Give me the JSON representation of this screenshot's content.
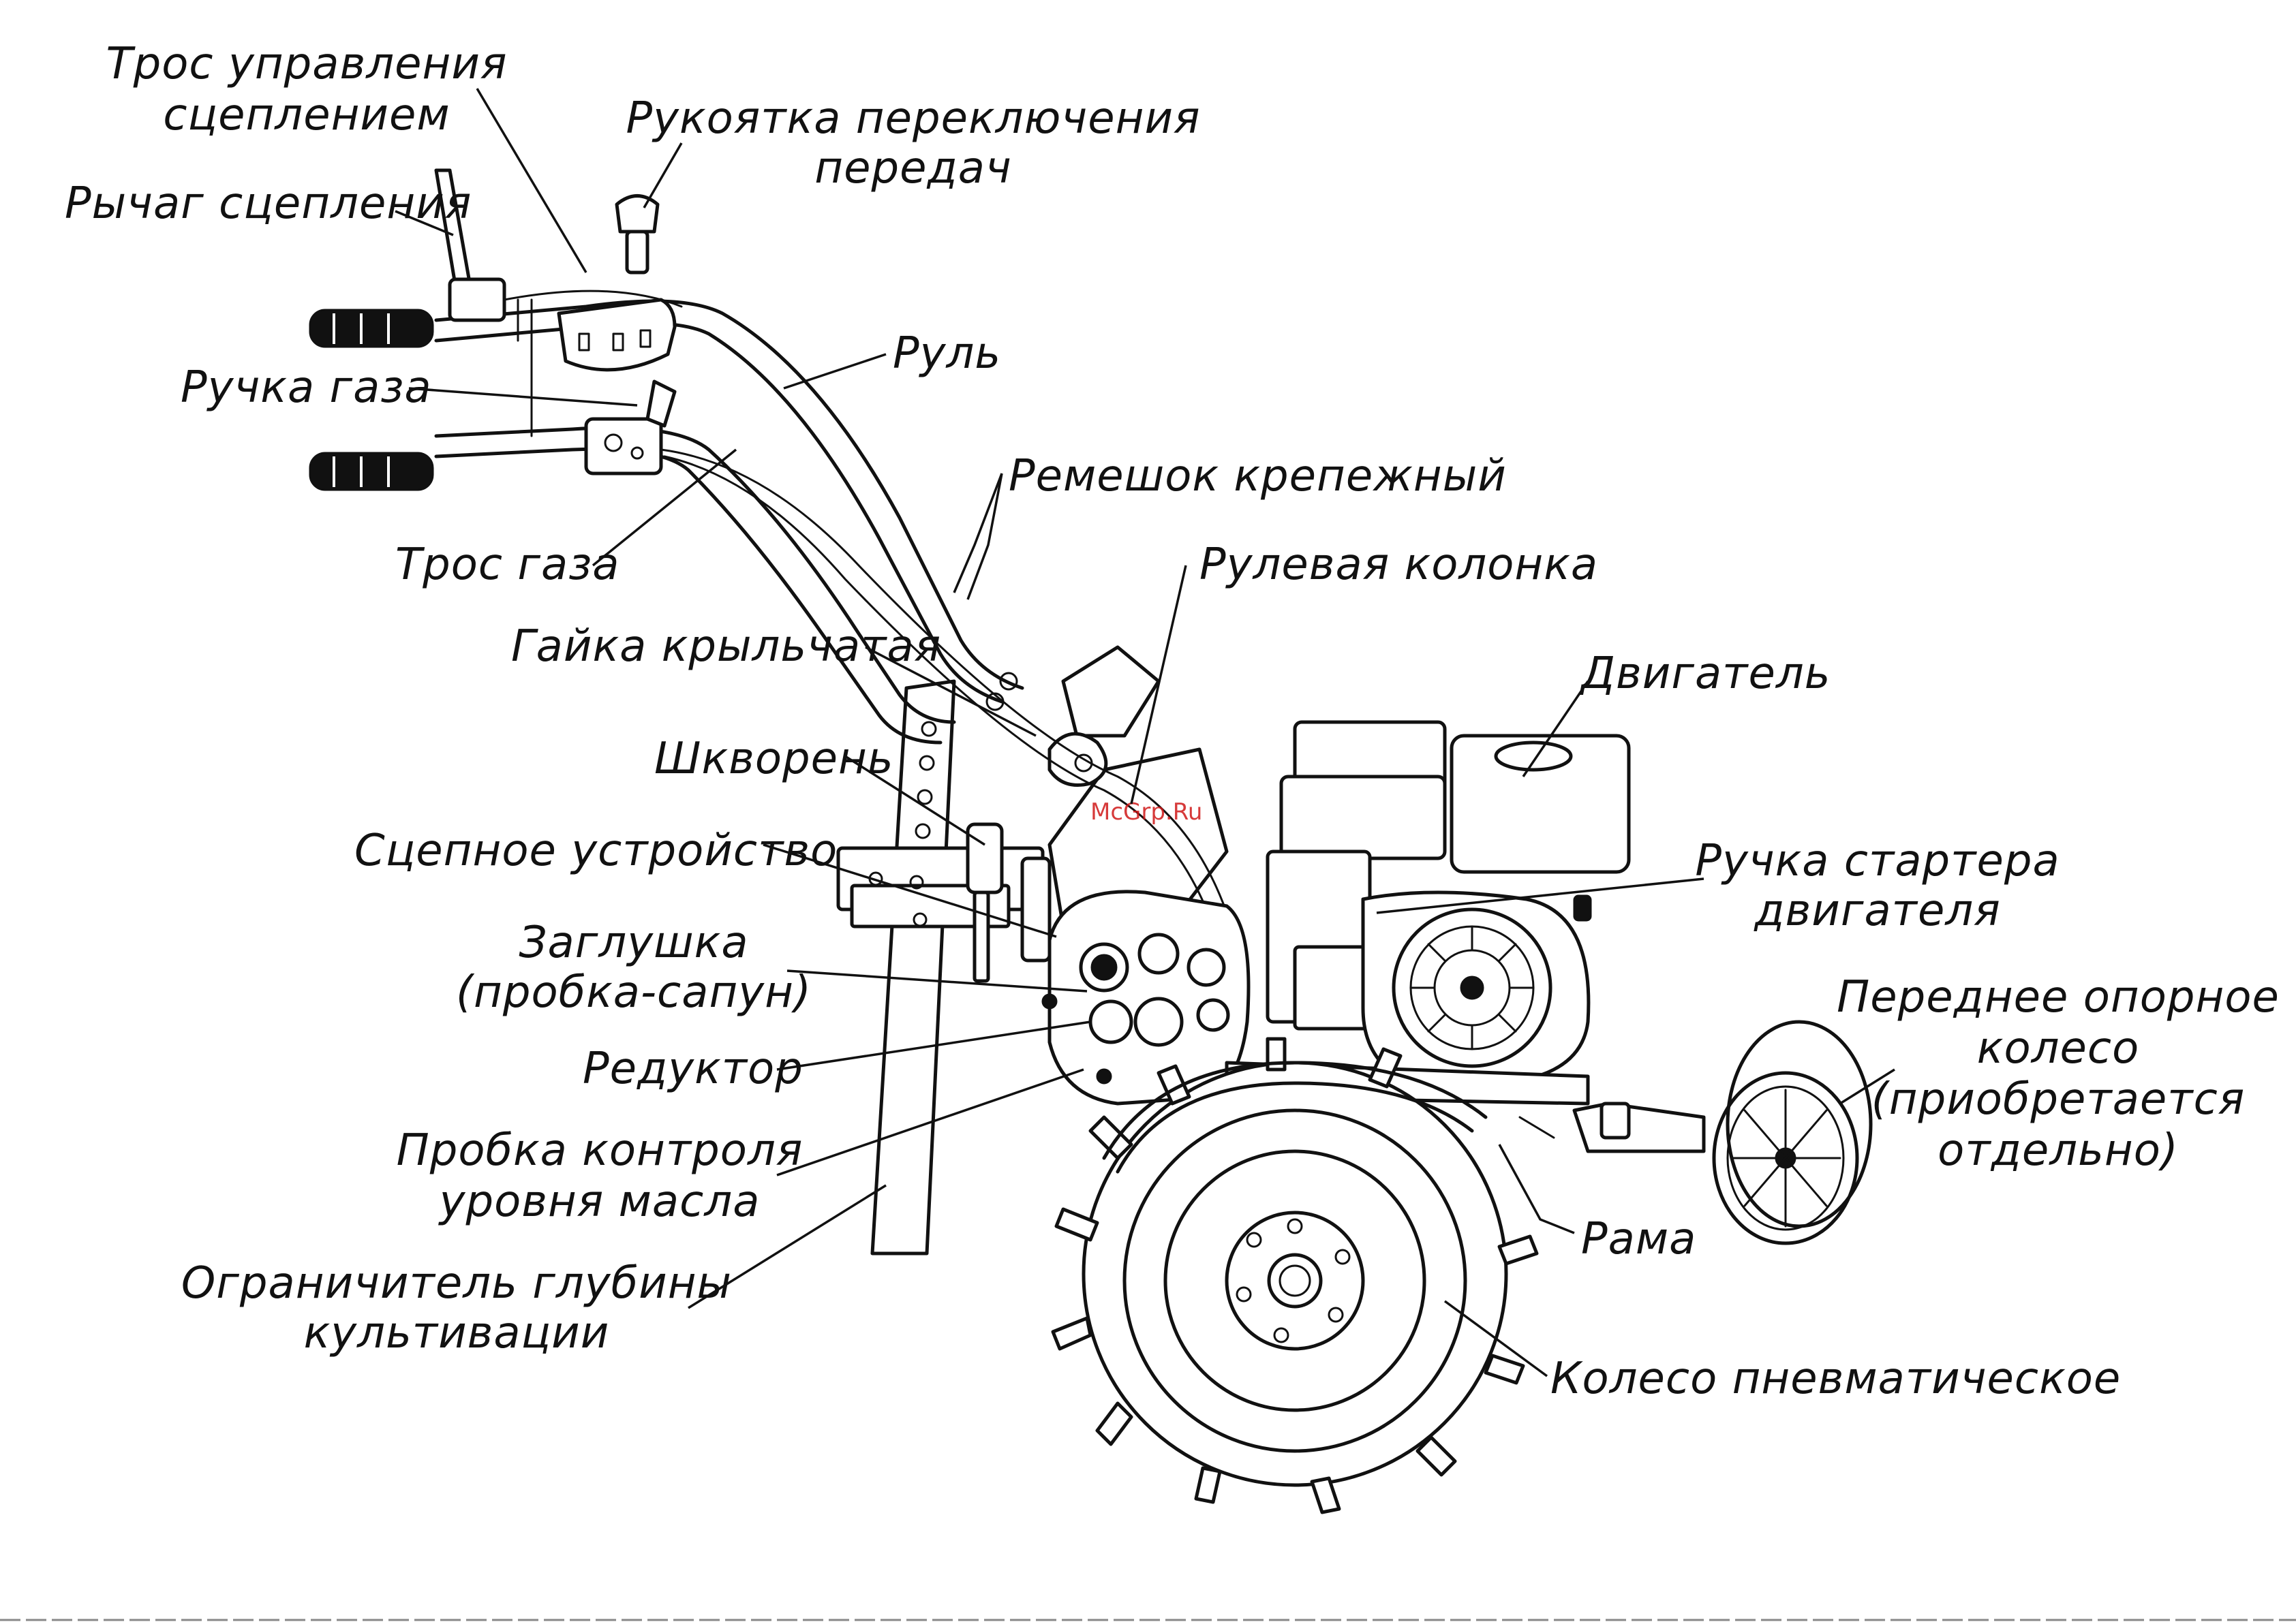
{
  "labels": {
    "clutch_cable_1": "Трос управления",
    "clutch_cable_2": "сцеплением",
    "gear_knob_1": "Рукоятка переключения",
    "gear_knob_2": "передач",
    "clutch_lever": "Рычаг сцепления",
    "handlebar": "Руль",
    "throttle_handle": "Ручка газа",
    "strap": "Ремешок крепежный",
    "throttle_cable": "Трос газа",
    "steering_column": "Рулевая колонка",
    "wing_nut": "Гайка крыльчатая",
    "engine": "Двигатель",
    "king_pin": "Шкворень",
    "hitch": "Сцепное устройство",
    "starter_handle_1": "Ручка стартера",
    "starter_handle_2": "двигателя",
    "breather_plug_1": "Заглушка",
    "breather_plug_2": "(пробка-сапун)",
    "front_wheel_1": "Переднее опорное",
    "front_wheel_2": "колесо",
    "front_wheel_3": "(приобретается",
    "front_wheel_4": "отдельно)",
    "reducer": "Редуктор",
    "oil_plug_1": "Пробка контроля",
    "oil_plug_2": "уровня масла",
    "frame": "Рама",
    "depth_limiter_1": "Ограничитель глубины",
    "depth_limiter_2": "культивации",
    "pneumatic_wheel": "Колесо пневматическое"
  },
  "watermark": "McGrp.Ru",
  "colors": {
    "ink": "#111111",
    "background": "#ffffff",
    "watermark": "#d01818"
  }
}
